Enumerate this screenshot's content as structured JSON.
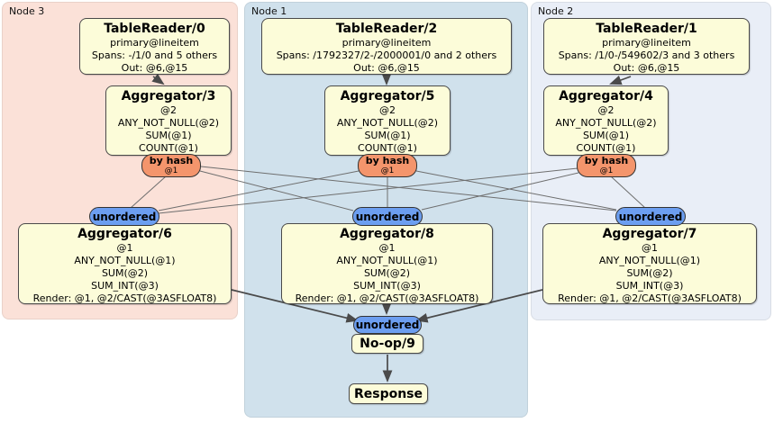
{
  "regions": {
    "node3": {
      "label": "Node 3"
    },
    "node1": {
      "label": "Node 1"
    },
    "node2": {
      "label": "Node 2"
    }
  },
  "boxes": {
    "tr0": {
      "title": "TableReader/0",
      "lines": [
        "primary@lineitem",
        "Spans: -/1/0 and 5 others",
        "Out: @6,@15"
      ]
    },
    "tr2": {
      "title": "TableReader/2",
      "lines": [
        "primary@lineitem",
        "Spans: /1792327/2-/2000001/0 and 2 others",
        "Out: @6,@15"
      ]
    },
    "tr1": {
      "title": "TableReader/1",
      "lines": [
        "primary@lineitem",
        "Spans: /1/0-/549602/3 and 3 others",
        "Out: @6,@15"
      ]
    },
    "agg3": {
      "title": "Aggregator/3",
      "lines": [
        "@2",
        "ANY_NOT_NULL(@2)",
        "SUM(@1)",
        "COUNT(@1)"
      ]
    },
    "agg5": {
      "title": "Aggregator/5",
      "lines": [
        "@2",
        "ANY_NOT_NULL(@2)",
        "SUM(@1)",
        "COUNT(@1)"
      ]
    },
    "agg4": {
      "title": "Aggregator/4",
      "lines": [
        "@2",
        "ANY_NOT_NULL(@2)",
        "SUM(@1)",
        "COUNT(@1)"
      ]
    },
    "agg6": {
      "title": "Aggregator/6",
      "lines": [
        "@1",
        "ANY_NOT_NULL(@1)",
        "SUM(@2)",
        "SUM_INT(@3)",
        "Render: @1, @2/CAST(@3ASFLOAT8)"
      ]
    },
    "agg8": {
      "title": "Aggregator/8",
      "lines": [
        "@1",
        "ANY_NOT_NULL(@1)",
        "SUM(@2)",
        "SUM_INT(@3)",
        "Render: @1, @2/CAST(@3ASFLOAT8)"
      ]
    },
    "agg7": {
      "title": "Aggregator/7",
      "lines": [
        "@1",
        "ANY_NOT_NULL(@1)",
        "SUM(@2)",
        "SUM_INT(@3)",
        "Render: @1, @2/CAST(@3ASFLOAT8)"
      ]
    },
    "noop": {
      "title": "No-op/9"
    },
    "response": {
      "title": "Response"
    }
  },
  "ovals": {
    "hash_label": "by hash",
    "hash_sub": "@1",
    "unordered_label": "unordered"
  },
  "colors": {
    "node3_bg": "#fbe1d8",
    "node1_bg": "#d0e1ec",
    "node2_bg": "#e9eef7",
    "box_fill": "#fcfcd9",
    "hash_fill": "#f4956c",
    "unordered_fill": "#6c9ef0",
    "edge_color": "#4a4a4a"
  }
}
